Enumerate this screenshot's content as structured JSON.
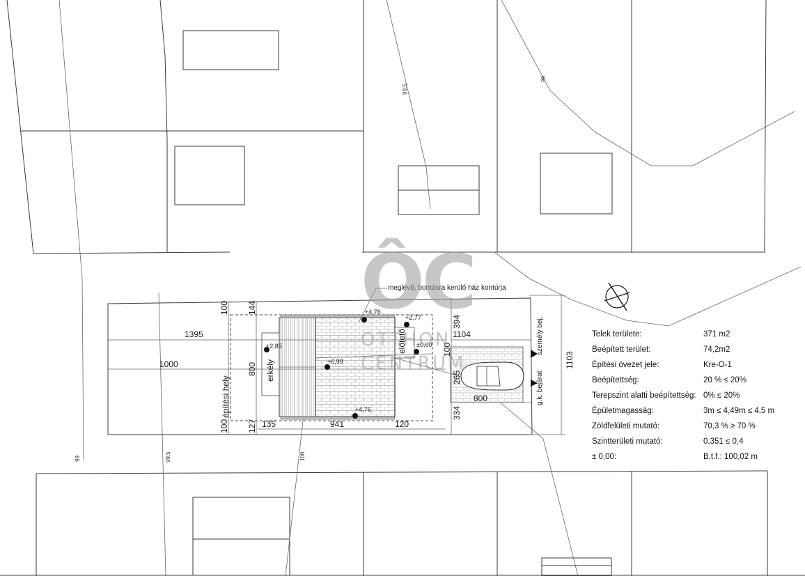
{
  "contour_note": "meglévő, bontásra kerülő ház kontúrja",
  "dimensions": {
    "d1395": "1395",
    "d1000": "1000",
    "d1104": "1104",
    "d1103": "1103",
    "d941": "941",
    "d800_vertical": "800",
    "d800_horizontal": "800",
    "d100_top": "100",
    "d100_bottom": "100",
    "d100_mid": "100",
    "d144": "144",
    "d127": "127",
    "d135": "135",
    "d120": "120",
    "d394": "394",
    "d265": "265",
    "d334": "334"
  },
  "levels": {
    "l476_top": "+4,76",
    "l277": "+2,77",
    "l000": "±0,00",
    "l285": "+2,85",
    "l699": "+6,99",
    "l476_bottom": "+4,76"
  },
  "labels": {
    "erkely": "erkély",
    "eloteto": "előtető",
    "epitesi_hely": "építési hely",
    "gk_bejarat": "g.k. bejárat",
    "szemely_bej": "személy bej."
  },
  "contours": {
    "c99_top": "99",
    "c99_5_top": "99,5",
    "c99_bottom": "99",
    "c99_5_bottom": "99,5",
    "c100": "100"
  },
  "watermark": {
    "mark": "ÔC",
    "line1": "OTTHON",
    "line2": "CENTRUM"
  },
  "data_table": [
    {
      "label": "Telek területe:",
      "value": "371 m2"
    },
    {
      "label": "Beépített terület:",
      "value": "74,2m2"
    },
    {
      "label": "Építési övezet jele:",
      "value": "Kre-O-1"
    },
    {
      "label": "Beépítettség:",
      "value": "20 % ≤ 20%"
    },
    {
      "label": "Terepszint alatti beépítettség:",
      "value": "0% ≤ 20%"
    },
    {
      "label": "Épületmagasság:",
      "value": "3m ≤ 4,49m ≤ 4,5 m"
    },
    {
      "label": "Zöldfelületi mutató:",
      "value": "70,3 % ≥ 70 %"
    },
    {
      "label": "Szintterületi mutató:",
      "value": "0,351 ≤ 0,4"
    },
    {
      "label": "± 0,00:",
      "value": "B.t.f.: 100,02 m"
    }
  ],
  "icons": [
    "north-arrow-icon",
    "car-icon",
    "entrance-arrow-icon",
    "level-marker-icon"
  ]
}
